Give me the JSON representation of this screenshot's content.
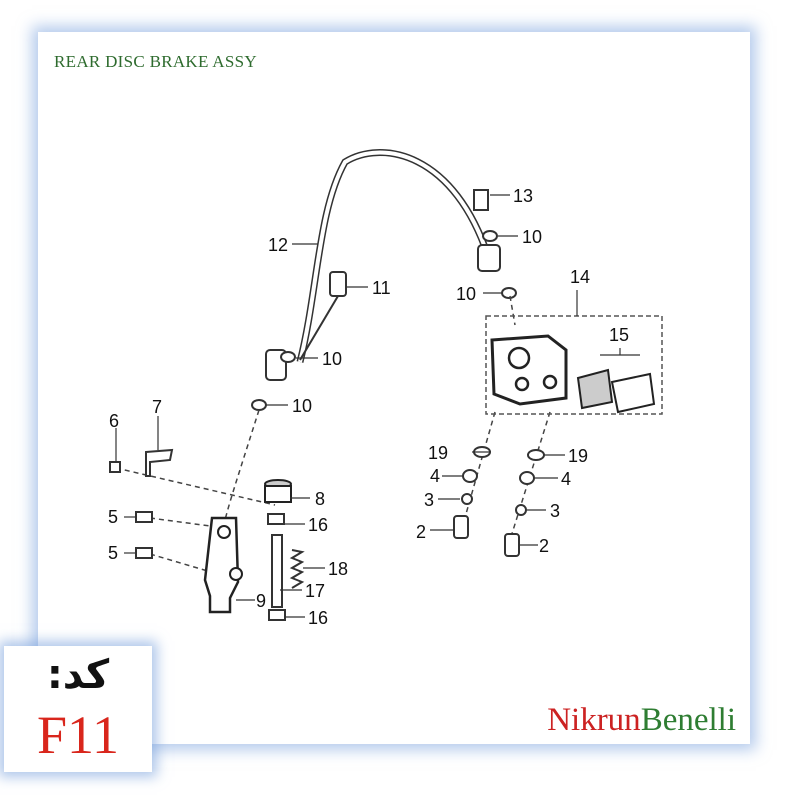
{
  "title": "REAR DISC BRAKE ASSY",
  "code": {
    "label": "کد:",
    "value": "F11"
  },
  "brand": {
    "part1": "Nikrun",
    "part2": "Benelli",
    "color1": "#cc2222",
    "color2": "#2e7d32"
  },
  "callouts": {
    "c1": "2",
    "c2": "2",
    "c3": "3",
    "c4": "3",
    "c5": "4",
    "c6": "4",
    "c7": "5",
    "c8": "5",
    "c9": "6",
    "c10": "7",
    "c11": "8",
    "c12": "9",
    "c13": "10",
    "c14": "10",
    "c15": "10",
    "c16": "10",
    "c17": "11",
    "c18": "12",
    "c19": "13",
    "c20": "14",
    "c21": "15",
    "c22": "16",
    "c23": "16",
    "c24": "17",
    "c25": "18",
    "c26": "19",
    "c27": "19"
  }
}
